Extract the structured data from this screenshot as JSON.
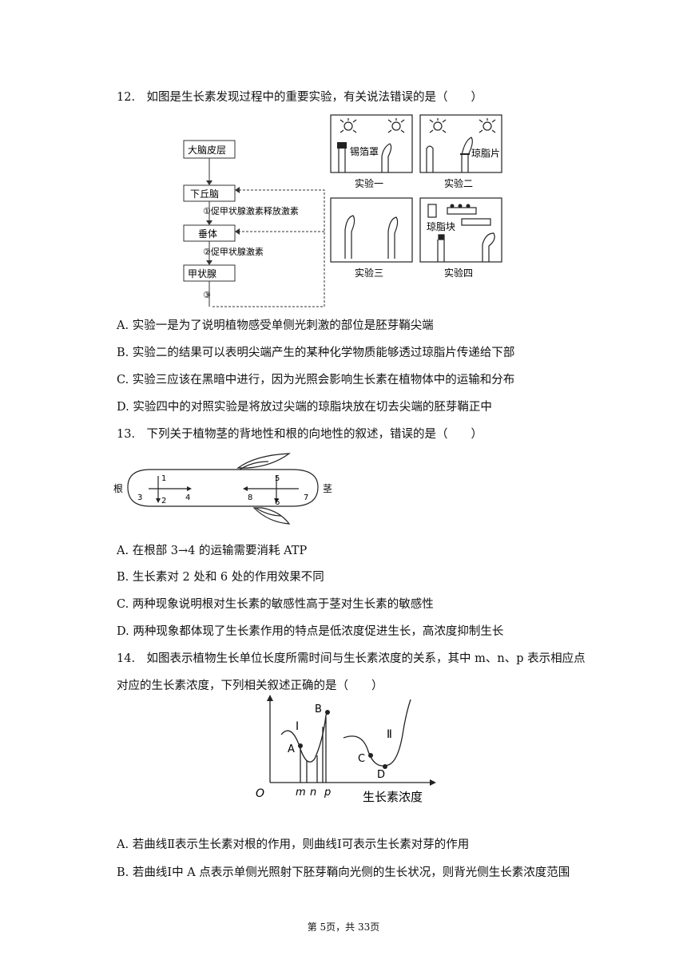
{
  "q12": {
    "stem": "12.　如图是生长素发现过程中的重要实验，有关说法错误的是（　　）",
    "flow": {
      "box1": "大脑皮层",
      "box2": "下丘脑",
      "box3": "垂体",
      "box4": "甲状腺",
      "step1": "①促甲状腺激素释放激素",
      "step2": "②促甲状腺激素",
      "step3": "③"
    },
    "experiments": {
      "e1_label": "实验一",
      "e1_tag": "锡箔罩",
      "e2_label": "实验二",
      "e2_tag": "琼脂片",
      "e3_label": "实验三",
      "e4_label": "实验四",
      "e4_tag": "琼脂块"
    },
    "options": [
      "A.  实验一是为了说明植物感受单侧光刺激的部位是胚芽鞘尖端",
      "B.  实验二的结果可以表明尖端产生的某种化学物质能够透过琼脂片传递给下部",
      "C.  实验三应该在黑暗中进行，因为光照会影响生长素在植物体中的运输和分布",
      "D.  实验四中的对照实验是将放过尖端的琼脂块放在切去尖端的胚芽鞘正中"
    ]
  },
  "q13": {
    "stem": "13.　下列关于植物茎的背地性和根的向地性的叙述，错误的是（　　）",
    "figure": {
      "root_label": "根",
      "stem_label": "茎",
      "n1": "1",
      "n2": "2",
      "n3": "3",
      "n4": "4",
      "n5": "5",
      "n6": "6",
      "n7": "7",
      "n8": "8"
    },
    "options": [
      "A.  在根部 3→4 的运输需要消耗 ATP",
      "B.  生长素对 2 处和 6 处的作用效果不同",
      "C.  两种现象说明根对生长素的敏感性高于茎对生长素的敏感性",
      "D.  两种现象都体现了生长素作用的特点是低浓度促进生长，高浓度抑制生长"
    ]
  },
  "q14": {
    "stem_line1": "14.　如图表示植物生长单位长度所需时间与生长素浓度的关系，其中 m、n、p 表示相应点",
    "stem_line2": "对应的生长素浓度，下列相关叙述正确的是（　　）",
    "graph": {
      "origin": "O",
      "xlabel": "生长素浓度",
      "curve1": "Ⅰ",
      "curve2": "Ⅱ",
      "pA": "A",
      "pB": "B",
      "pC": "C",
      "pD": "D",
      "tm": "m",
      "tn": "n",
      "tp": "p"
    },
    "options": [
      "A.  若曲线Ⅱ表示生长素对根的作用，则曲线Ⅰ可表示生长素对芽的作用",
      "B.  若曲线Ⅰ中 A 点表示单侧光照射下胚芽鞘向光侧的生长状况，则背光侧生长素浓度范围"
    ]
  },
  "footer": "第 5页，共 33页"
}
